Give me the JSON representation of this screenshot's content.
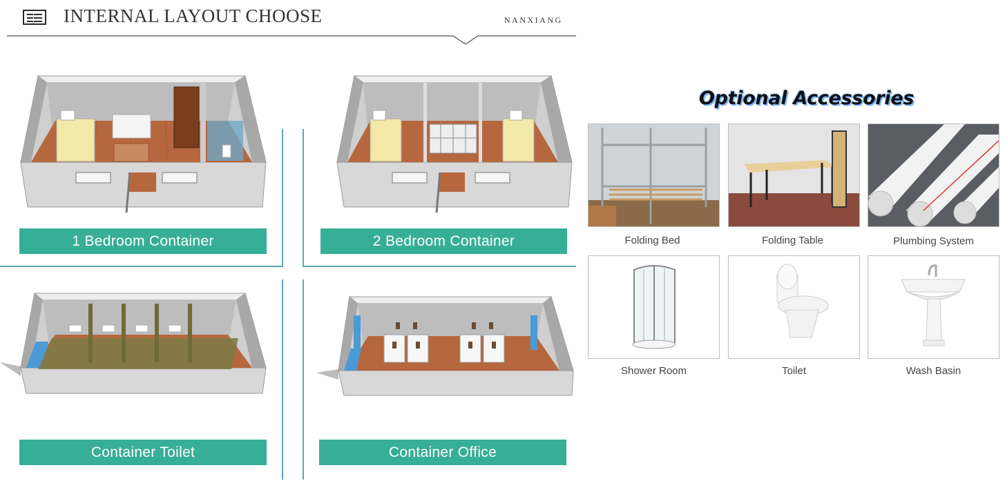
{
  "header": {
    "title": "INTERNAL LAYOUT CHOOSE",
    "brand": "NANXIANG"
  },
  "layouts": [
    {
      "label": "1 Bedroom Container"
    },
    {
      "label": "2 Bedroom Container"
    },
    {
      "label": "Container Toilet"
    },
    {
      "label": "Container Office"
    }
  ],
  "accessories": {
    "title": "Optional Accessories",
    "items": [
      {
        "label": "Folding Bed"
      },
      {
        "label": "Folding Table"
      },
      {
        "label": "Plumbing System"
      },
      {
        "label": "Shower Room"
      },
      {
        "label": "Toilet"
      },
      {
        "label": "Wash Basin"
      }
    ]
  },
  "colors": {
    "label_bar": "#37ae96",
    "frame_line": "#5aa7b3",
    "floor_wood": "#b6673e"
  }
}
